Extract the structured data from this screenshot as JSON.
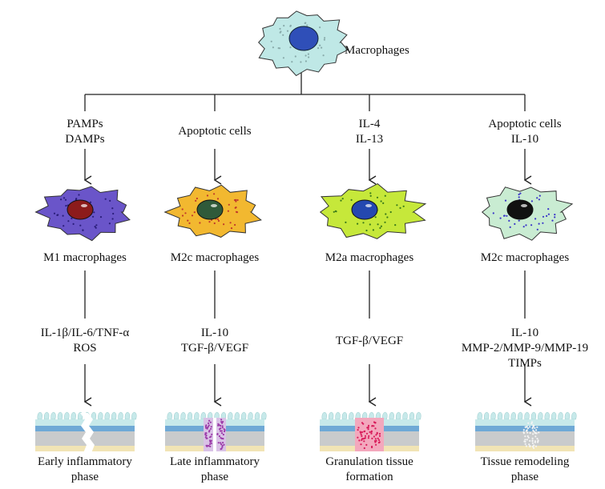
{
  "title": "Macrophages",
  "colors": {
    "line": "#222222",
    "root_cell": "#bfe8e6",
    "root_nucleus": "#2f4fb8",
    "epidermis": "#c7e9ea",
    "blue_band": "#6fa9d6",
    "gray_band": "#c9cbcc",
    "tan_band": "#f1e4b5"
  },
  "columns": [
    {
      "stimulus": [
        "PAMPs",
        "DAMPs"
      ],
      "phenotype": "M1 macrophages",
      "mediators": [
        "IL-1β/IL-6/TNF-α",
        "ROS"
      ],
      "phase": [
        "Early inflammatory",
        "phase"
      ],
      "cell_color": "#6a55c9",
      "nucleus_color": "#8c1b1b",
      "dot_color": "#2a1d7a",
      "tissue": "wound-gap"
    },
    {
      "stimulus": [
        "Apoptotic cells"
      ],
      "phenotype": "M2c macrophages",
      "mediators": [
        "IL-10",
        "TGF-β/VEGF"
      ],
      "phase": [
        "Late inflammatory",
        "phase"
      ],
      "cell_color": "#f2b830",
      "nucleus_color": "#2f5a3a",
      "dot_color": "#c0392b",
      "tissue": "purple-infiltrate"
    },
    {
      "stimulus": [
        "IL-4",
        "IL-13"
      ],
      "phenotype": "M2a macrophages",
      "mediators": [
        "TGF-β/VEGF"
      ],
      "phase": [
        "Granulation tissue",
        "formation"
      ],
      "cell_color": "#c6e83a",
      "nucleus_color": "#2448b0",
      "dot_color": "#3a7a1a",
      "tissue": "pink-granulation"
    },
    {
      "stimulus": [
        "Apoptotic cells",
        "IL-10"
      ],
      "phenotype": "M2c macrophages",
      "mediators": [
        "IL-10",
        "MMP-2/MMP-9/MMP-19",
        "TIMPs"
      ],
      "phase": [
        "Tissue remodeling",
        "phase"
      ],
      "cell_color": "#c9ecd2",
      "nucleus_color": "#111111",
      "dot_color": "#3a35c8",
      "tissue": "remodeling-speckle"
    }
  ]
}
